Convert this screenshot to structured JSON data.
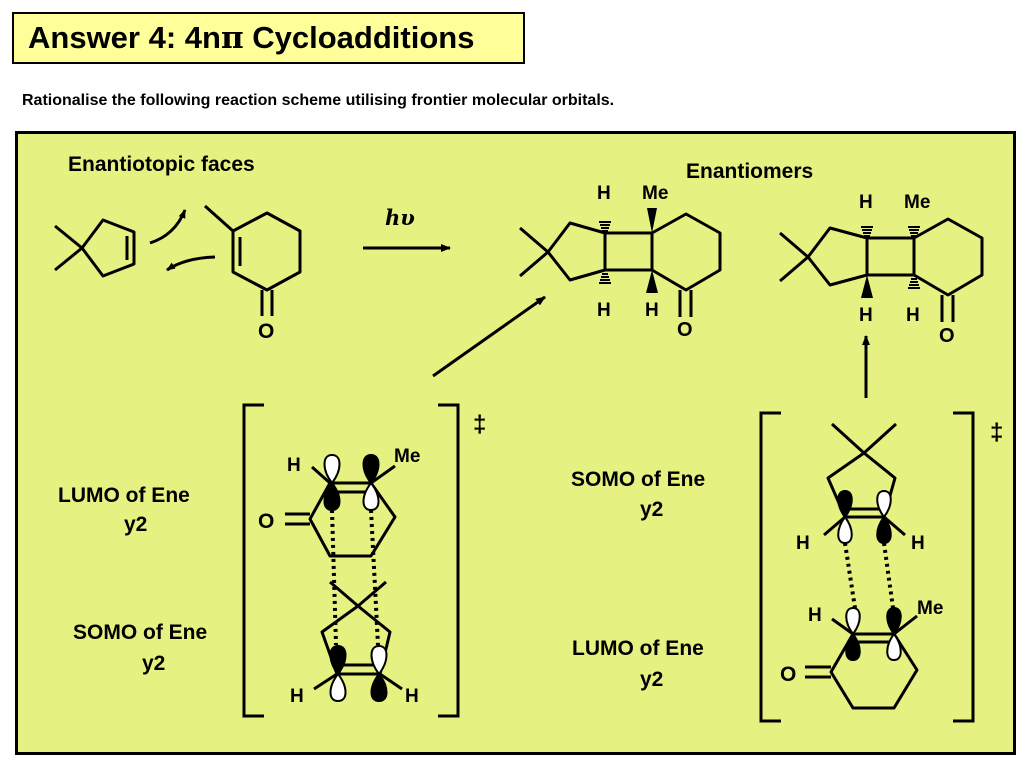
{
  "title": {
    "prefix": "Answer 4: 4n",
    "pi": "π",
    "suffix": " Cycloadditions"
  },
  "subtitle": "Rationalise the following reaction scheme utilising frontier molecular orbitals.",
  "top_left_label": "Enantiotopic faces",
  "light_label": "hυ",
  "enantiomers_label": "Enantiomers",
  "product1": {
    "h_top": "H",
    "me": "Me",
    "h_bottom_left": "H",
    "h_bottom_right": "H",
    "oxygen": "O"
  },
  "product2": {
    "h_top": "H",
    "me": "Me",
    "h_bottom_left": "H",
    "h_bottom_right": "H",
    "oxygen": "O"
  },
  "enone_oxygen": "O",
  "left_ts": {
    "lumo_label_line1": "LUMO of Ene",
    "lumo_label_line2": "y2",
    "somo_label_line1": "SOMO of Ene",
    "somo_label_line2": "y2",
    "dagger": "‡",
    "h1": "H",
    "me": "Me",
    "oxygen": "O",
    "h_bottom_left": "H",
    "h_bottom_right": "H"
  },
  "right_ts": {
    "somo_label_line1": "SOMO of Ene",
    "somo_label_line2": "y2",
    "lumo_label_line1": "LUMO of Ene",
    "lumo_label_line2": "y2",
    "dagger": "‡",
    "h_left": "H",
    "h_right": "H",
    "h_enone": "H",
    "me": "Me",
    "oxygen": "O"
  }
}
